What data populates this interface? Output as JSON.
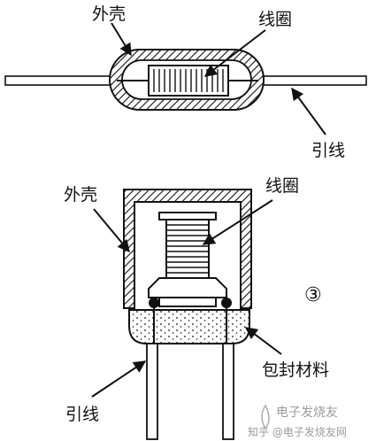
{
  "top_diagram": {
    "shell_label": "外壳",
    "coil_label": "线圈",
    "lead_label": "引线"
  },
  "bottom_diagram": {
    "shell_label": "外壳",
    "coil_label": "线圈",
    "lead_label": "引线",
    "encap_label": "包封材料",
    "figure_number": "③"
  },
  "watermark": {
    "text": "知乎 @电子发烧友网",
    "logo_text": "电子发烧友"
  }
}
